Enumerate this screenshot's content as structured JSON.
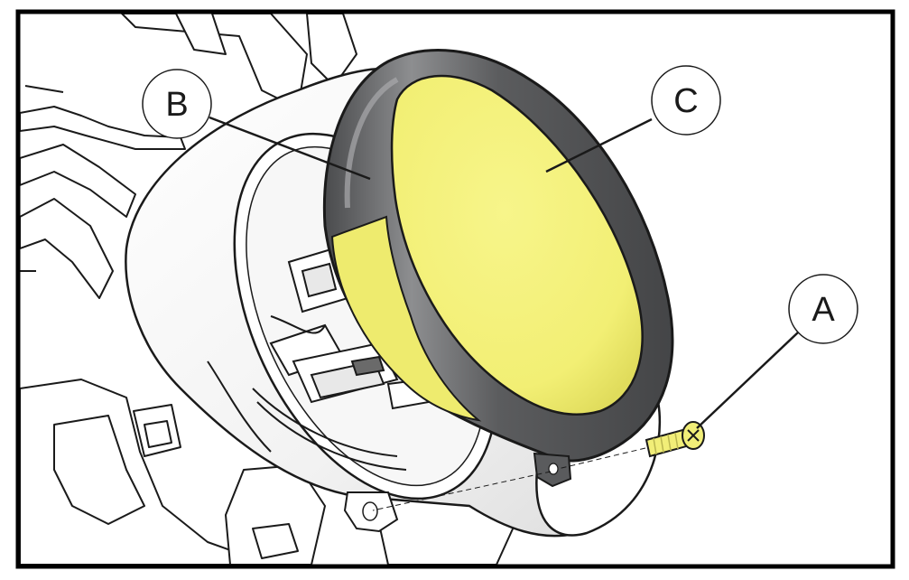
{
  "labels": {
    "a": "A",
    "b": "B",
    "c": "C"
  },
  "colors": {
    "lens_yellow": "#f4f27a",
    "lens_shadow": "#e2df5c",
    "gasket_gray": "#58595b",
    "gasket_light": "#8a8b8d",
    "screw_yellow": "#f1ee78",
    "outline": "#1a1a1a",
    "housing": "#f4f4f4"
  }
}
